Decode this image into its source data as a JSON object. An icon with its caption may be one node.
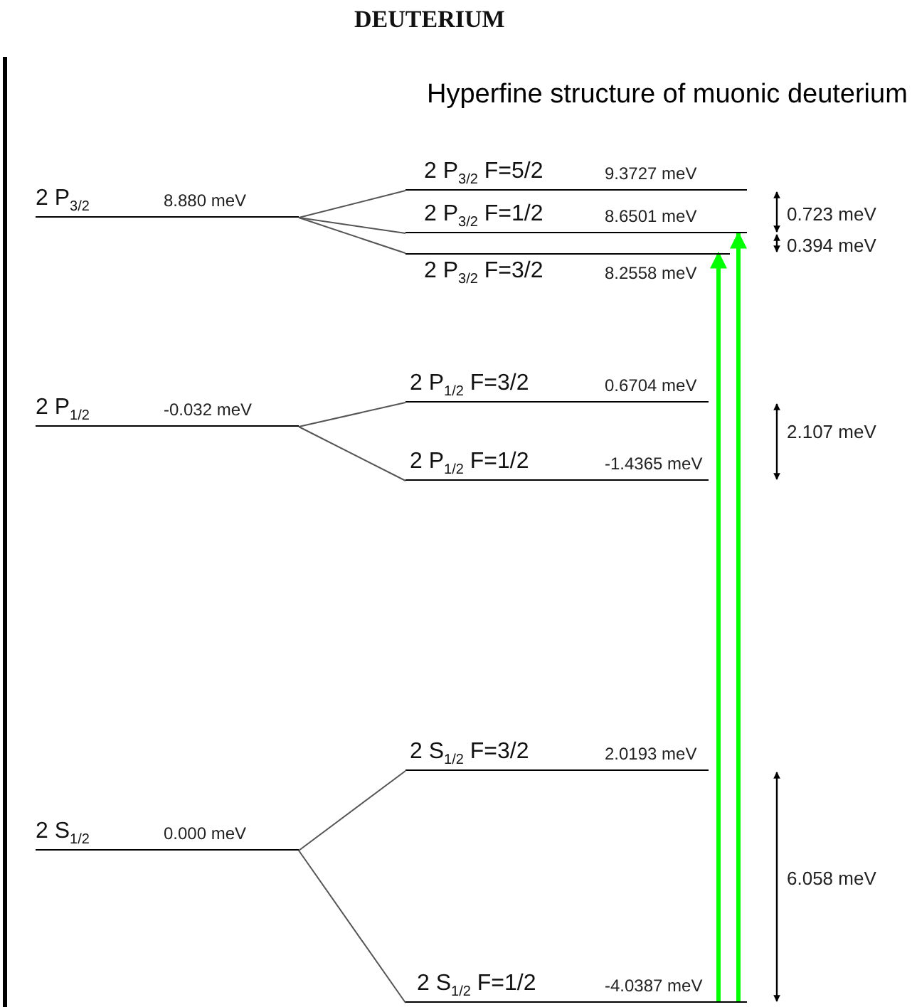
{
  "diagram": {
    "title": "DEUTERIUM",
    "nodes": [
      {
        "text": [
          "2 P$_{3/2}$",
          "8.880 meV"
        ]
      },
      {
        "text": [
          "2 P$_{3/2}$ F=5/2",
          "9.3727 meV"
        ]
      },
      {
        "text": [
          "2 P$_{3/2}$ F=1/2",
          "8.6501 meV"
        ]
      },
      {
        "text": [
          "2 P$_{3/2}$ F=3/2",
          "8.2558 meV"
        ]
      },
      {
        "text": [
          "2 P$_{1/2}$",
          "-0.032 meV"
        ]
      },
      {
        "text": [
          "2 P$_{1/2}$ F=3/2",
          "0.6704 meV"
        ]
      },
      {
        "text": [
          "2 P$_{1/2}$ F=1/2",
          "-1.4365 meV"
        ]
      },
      {
        "text": [
          "2 S$_{1/2}$",
          "0.000 meV"
        ]
      },
      {
        "text": [
          "2 S$_{1/2}$ F=3/2",
          "2.0193 meV"
        ]
      },
      {
        "text": [
          "2 S$_{1/2}$ F=1/2",
          "-4.0387 meV"
        ]
      }
    ],
    "edges": [
      {
        "from": 0,
        "to": 1,
        "arrow": "none"
      },
      {
        "from": 0,
        "to": 2,
        "arrow": "none"
      },
      {
        "from": 0,
        "to": 3,
        "arrow": "none"
      },
      {
        "from": 4,
        "to": 5,
        "arrow": "none"
      },
      {
        "from": 4,
        "to": 6,
        "arrow": "none"
      },
      {
        "from": 7,
        "to": 8,
        "arrow": "none"
      },
      {
        "from": 7,
        "to": 9,
        "arrow": "none"
      },
      {
        "from": 9,
        "to": 3,
        "arrow": "to",
        "style": "thick",
        "color": "#00ff00"
      },
      {
        "from": 9,
        "to": 2,
        "arrow": "to",
        "style": "thick",
        "color": "#00ff00"
      }
    ],
    "labels": [
      "Hyperfine structure of muonic deuterium",
      "0.723 meV",
      "0.394 meV",
      "2.107 meV",
      "6.058 meV"
    ]
  }
}
